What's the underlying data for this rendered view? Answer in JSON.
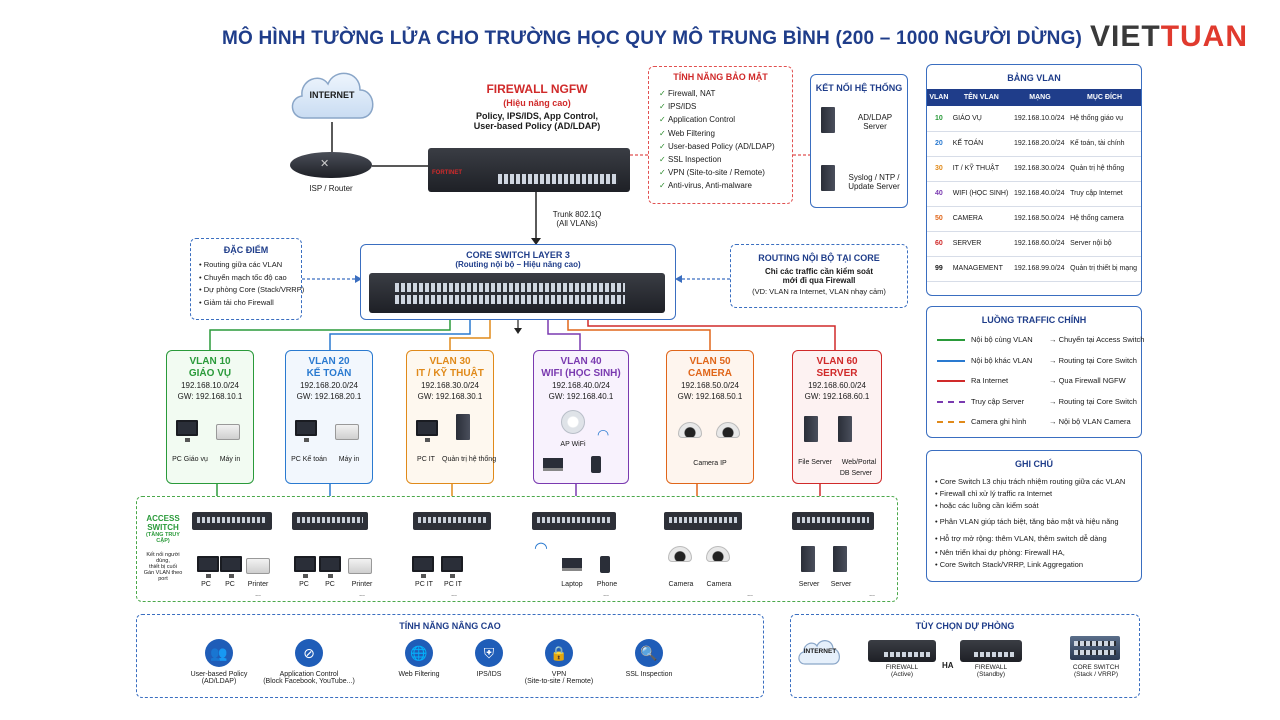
{
  "title": "MÔ HÌNH TƯỜNG LỬA CHO TRƯỜNG HỌC QUY MÔ TRUNG BÌNH (200 – 1000 NGƯỜI DỪNG)",
  "logo": {
    "part1": "VIET",
    "part2": "TUAN"
  },
  "internet": {
    "label": "INTERNET",
    "router": "ISP / Router"
  },
  "firewall": {
    "title": "FIREWALL NGFW",
    "subtitle": "(Hiệu năng cao)",
    "desc1": "Policy, IPS/IDS, App Control,",
    "desc2": "User-based Policy (AD/LDAP)",
    "brand": "FORTINET",
    "trunk1": "Trunk 802.1Q",
    "trunk2": "(All VLANs)"
  },
  "security_features": {
    "title": "TÍNH NĂNG BẢO MẬT",
    "items": [
      "Firewall, NAT",
      "IPS/IDS",
      "Application Control",
      "Web Filtering",
      "User-based Policy (AD/LDAP)",
      "SSL Inspection",
      "VPN (Site-to-site / Remote)",
      "Anti-virus, Anti-malware"
    ]
  },
  "system_connect": {
    "title": "KẾT NỐI HỆ THỐNG",
    "ad1": "AD/LDAP",
    "ad2": "Server",
    "sys1": "Syslog / NTP /",
    "sys2": "Update Server"
  },
  "features": {
    "title": "ĐẶC ĐIỂM",
    "items": [
      "Routing giữa các VLAN",
      "Chuyển mạch tốc độ cao",
      "Dự phòng Core (Stack/VRRP)",
      "Giảm tải cho Firewall"
    ]
  },
  "core_switch": {
    "title": "CORE SWITCH LAYER 3",
    "subtitle": "(Routing nội bộ – Hiệu năng cao)"
  },
  "routing_core": {
    "title": "ROUTING NỘI BỘ TẠI CORE",
    "line1": "Chỉ các traffic cần kiểm soát",
    "line2": "mới đi qua Firewall",
    "line3": "(VD: VLAN ra Internet, VLAN nhạy cảm)"
  },
  "vlan_table": {
    "title": "BẢNG VLAN",
    "headers": [
      "VLAN",
      "TÊN VLAN",
      "MẠNG",
      "MỤC ĐÍCH"
    ],
    "rows": [
      {
        "id": "10",
        "name": "GIÁO VỤ",
        "net": "192.168.10.0/24",
        "purpose": "Hệ thống giáo vụ",
        "color": "#2a9a3a"
      },
      {
        "id": "20",
        "name": "KẾ TOÁN",
        "net": "192.168.20.0/24",
        "purpose": "Kế toán, tài chính",
        "color": "#2a7ad0"
      },
      {
        "id": "30",
        "name": "IT / KỸ THUẬT",
        "net": "192.168.30.0/24",
        "purpose": "Quản trị hệ thống",
        "color": "#e08a1a"
      },
      {
        "id": "40",
        "name": "WIFI (HỌC SINH)",
        "net": "192.168.40.0/24",
        "purpose": "Truy cập Internet",
        "color": "#7a3ab0"
      },
      {
        "id": "50",
        "name": "CAMERA",
        "net": "192.168.50.0/24",
        "purpose": "Hệ thống camera",
        "color": "#e0661a"
      },
      {
        "id": "60",
        "name": "SERVER",
        "net": "192.168.60.0/24",
        "purpose": "Server nội bộ",
        "color": "#d02a2a"
      },
      {
        "id": "99",
        "name": "MANAGEMENT",
        "net": "192.168.99.0/24",
        "purpose": "Quản trị thiết bị mạng",
        "color": "#1a1a1a"
      }
    ]
  },
  "traffic": {
    "title": "LUỒNG TRAFFIC CHÍNH",
    "rows": [
      {
        "from": "Nội bộ cùng VLAN",
        "to": "Chuyển tại Access Switch",
        "color": "#2a9a3a",
        "dashed": false
      },
      {
        "from": "Nội bộ khác VLAN",
        "to": "Routing tại Core Switch",
        "color": "#2a7ad0",
        "dashed": false
      },
      {
        "from": "Ra Internet",
        "to": "Qua Firewall NGFW",
        "color": "#d02a2a",
        "dashed": false
      },
      {
        "from": "Truy cập Server",
        "to": "Routing tại Core Switch",
        "color": "#7a3ab0",
        "dashed": true
      },
      {
        "from": "Camera ghi hình",
        "to": "Nội bộ VLAN Camera",
        "color": "#e08a1a",
        "dashed": true
      }
    ]
  },
  "notes": {
    "title": "GHI CHÚ",
    "items": [
      "Core Switch L3 chịu trách nhiệm routing giữa các VLAN",
      "Firewall chỉ xử lý traffic ra Internet",
      "hoặc các luồng cần kiểm soát",
      "Phân VLAN giúp tách biệt, tăng bảo mật và hiệu năng",
      "Hỗ trợ mở rộng: thêm VLAN, thêm switch dễ dàng",
      "Nên triển khai dự phòng: Firewall HA,",
      "Core Switch Stack/VRRP, Link Aggregation"
    ]
  },
  "vlans": [
    {
      "t1": "VLAN 10",
      "t2": "GIÁO VỤ",
      "net": "192.168.10.0/24",
      "gw": "GW: 192.168.10.1",
      "color": "#2a9a3a",
      "bg": "#f2fbf2",
      "dev1": "PC Giáo vụ",
      "dev2": "Máy in",
      "acc1": "PC",
      "acc2": "PC",
      "acc3": "Printer"
    },
    {
      "t1": "VLAN 20",
      "t2": "KẾ TOÁN",
      "net": "192.168.20.0/24",
      "gw": "GW: 192.168.20.1",
      "color": "#2a7ad0",
      "bg": "#f2f7fd",
      "dev1": "PC Kế toán",
      "dev2": "Máy in",
      "acc1": "PC",
      "acc2": "PC",
      "acc3": "Printer"
    },
    {
      "t1": "VLAN 30",
      "t2": "IT / KỸ THUẬT",
      "net": "192.168.30.0/24",
      "gw": "GW: 192.168.30.1",
      "color": "#e08a1a",
      "bg": "#fef8ef",
      "dev1": "PC IT",
      "dev2": "Quản trị hệ thống",
      "acc1": "PC IT",
      "acc2": "PC IT",
      "acc3": ""
    },
    {
      "t1": "VLAN 40",
      "t2": "WIFI (HỌC SINH)",
      "net": "192.168.40.0/24",
      "gw": "GW: 192.168.40.1",
      "color": "#7a3ab0",
      "bg": "#f8f2fd",
      "dev1": "AP WiFi",
      "dev2": "",
      "acc1": "Laptop",
      "acc2": "Phone",
      "acc3": ""
    },
    {
      "t1": "VLAN 50",
      "t2": "CAMERA",
      "net": "192.168.50.0/24",
      "gw": "GW: 192.168.50.1",
      "color": "#e0661a",
      "bg": "#fef5ee",
      "dev1": "Camera IP",
      "dev2": "",
      "acc1": "Camera",
      "acc2": "Camera",
      "acc3": ""
    },
    {
      "t1": "VLAN 60",
      "t2": "SERVER",
      "net": "192.168.60.0/24",
      "gw": "GW: 192.168.60.1",
      "color": "#d02a2a",
      "bg": "#fdf2f2",
      "dev1": "File Server",
      "dev2": "Web/Portal",
      "dev3": "DB Server",
      "acc1": "Server",
      "acc2": "Server",
      "acc3": ""
    }
  ],
  "access": {
    "t1": "ACCESS",
    "t2": "SWITCH",
    "t3": "(TẦNG TRUY CẬP)",
    "d1": "Kết nối người dùng,",
    "d2": "thiết bị cuối",
    "d3": "Gán VLAN theo port",
    "ellipsis": "..."
  },
  "advanced": {
    "title": "TÍNH NĂNG NÂNG CAO",
    "items": [
      {
        "l1": "User-based Policy",
        "l2": "(AD/LDAP)",
        "icon": "users-icon"
      },
      {
        "l1": "Application Control",
        "l2": "(Block Facebook, YouTube...)",
        "icon": "app-block-icon"
      },
      {
        "l1": "Web Filtering",
        "l2": "",
        "icon": "globe-icon"
      },
      {
        "l1": "IPS/IDS",
        "l2": "",
        "icon": "shield-icon"
      },
      {
        "l1": "VPN",
        "l2": "(Site-to-site / Remote)",
        "icon": "lock-icon"
      },
      {
        "l1": "SSL Inspection",
        "l2": "",
        "icon": "inspect-icon"
      }
    ]
  },
  "redundancy": {
    "title": "TÙY CHỌN DỰ PHÒNG",
    "internet": "INTERNET",
    "fw1": "FIREWALL",
    "fw1s": "(Active)",
    "ha": "HA",
    "fw2": "FIREWALL",
    "fw2s": "(Standby)",
    "core": "CORE SWITCH",
    "cores": "(Stack / VRRP)"
  }
}
